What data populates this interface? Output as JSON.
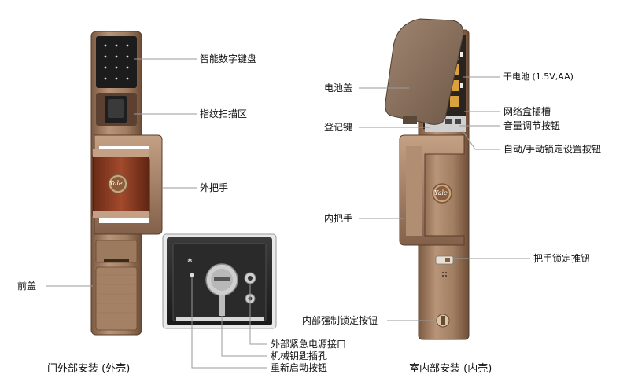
{
  "labels": {
    "keypad": "智能数字键盘",
    "fingerprint": "指纹扫描区",
    "outer_handle": "外把手",
    "front_cover": "前盖",
    "emergency_power": "外部紧急电源接口",
    "key_hole": "机械钥匙插孔",
    "restart_button": "重新启动按钮",
    "battery_cover": "电池盖",
    "register_key": "登记键",
    "battery": "干电池 (1.5V,AA)",
    "network_slot": "网络盒插槽",
    "volume_button": "音量调节按钮",
    "auto_manual_button": "自动/手动锁定设置按钮",
    "inner_handle": "内把手",
    "handle_lock_knob": "把手锁定推钮",
    "inner_force_lock": "内部强制锁定按钮"
  },
  "captions": {
    "outside": "门外部安装 (外壳)",
    "inside": "室内部安装 (内壳)"
  },
  "brand": {
    "logo": "Yale"
  },
  "colors": {
    "bronze": "#a8866a",
    "bronze_dark": "#6e4d37",
    "red_leather": "#8a3a22",
    "leader": "#9a9a9a"
  }
}
